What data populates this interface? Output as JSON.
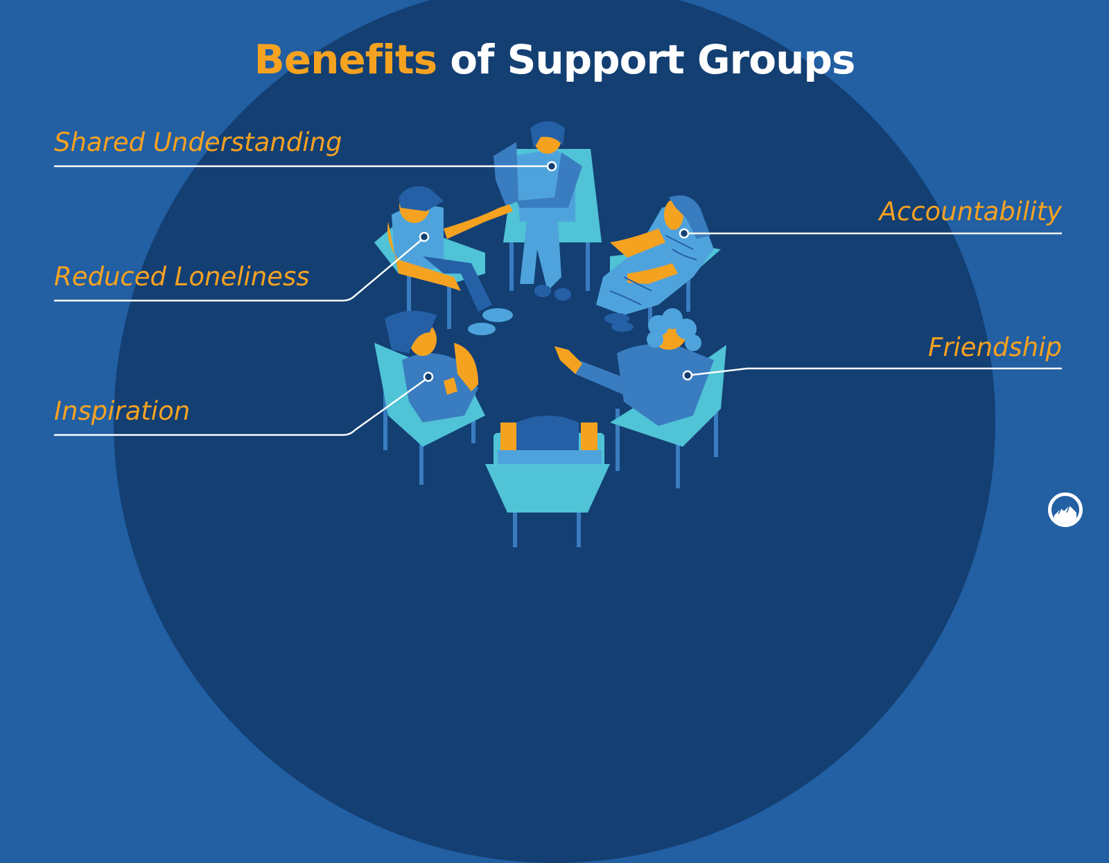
{
  "title": {
    "accent": "Benefits",
    "rest": " of Support Groups"
  },
  "benefits": [
    {
      "label": "Shared Understanding",
      "side": "left"
    },
    {
      "label": "Reduced Loneliness",
      "side": "left"
    },
    {
      "label": "Inspiration",
      "side": "left"
    },
    {
      "label": "Accountability",
      "side": "right"
    },
    {
      "label": "Friendship",
      "side": "right"
    }
  ],
  "colors": {
    "background": "#225fa3",
    "circle": "#133f73",
    "accent_orange": "#f6a221",
    "chair_teal": "#50c3d6",
    "person_light_blue": "#4fa3dc",
    "person_mid_blue": "#3a7cc0",
    "person_dark_blue": "#2560a6",
    "leader_line": "#ffffff"
  },
  "illustration": {
    "description": "six people seated on chairs in a circle",
    "people_count": 6
  },
  "logo": {
    "icon": "mountain-circle-logo"
  }
}
